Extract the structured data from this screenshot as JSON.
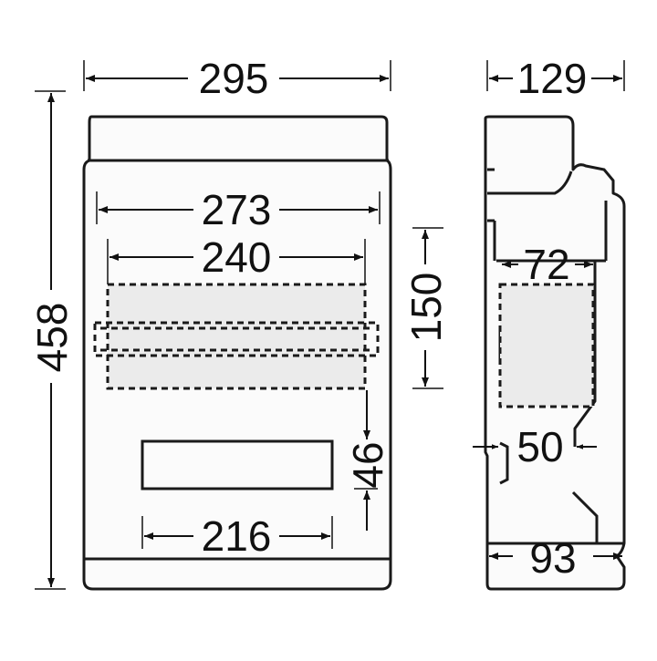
{
  "front_view": {
    "dims": {
      "overall_width": "295",
      "overall_height": "458",
      "inner_width": "273",
      "module_width": "240",
      "module_height": "150",
      "label_width": "216",
      "label_offset": "46"
    }
  },
  "side_view": {
    "dims": {
      "overall_depth": "129",
      "module_depth": "72",
      "rail_offset": "50",
      "base_depth": "93"
    }
  },
  "colors": {
    "line": "#1a1a1a",
    "shade": "#ebebeb",
    "background": "#ffffff"
  }
}
